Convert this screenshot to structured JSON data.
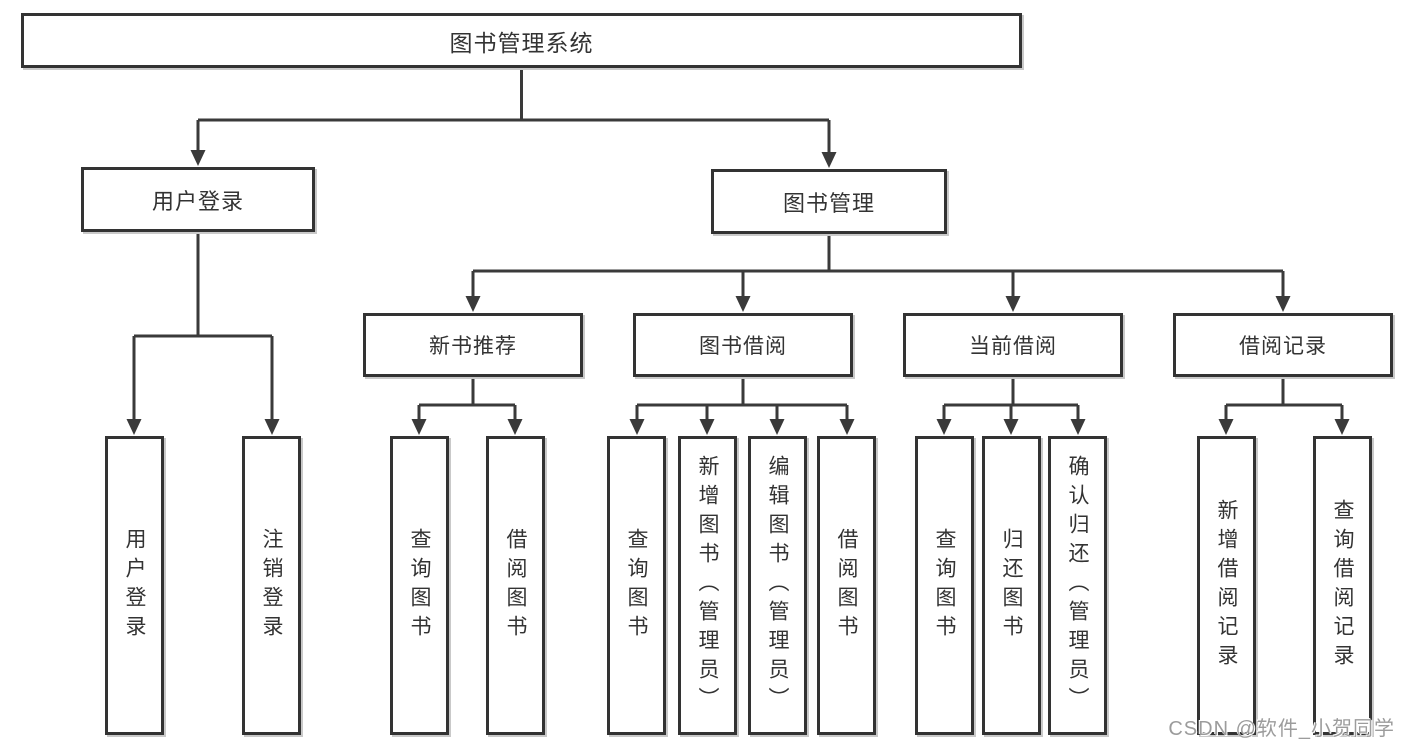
{
  "watermark": {
    "text": "CSDN @软件_小贺同学"
  },
  "colors": {
    "background": "#ffffff",
    "box_border": "#333333",
    "connector": "#3a3a3a",
    "text": "#333333",
    "watermark_text": "#9c9c9c"
  },
  "tree": {
    "label": "图书管理系统",
    "children": [
      {
        "label": "用户登录",
        "children": [
          {
            "label": "用户登录"
          },
          {
            "label": "注销登录"
          }
        ]
      },
      {
        "label": "图书管理",
        "children": [
          {
            "label": "新书推荐",
            "children": [
              {
                "label": "查询图书"
              },
              {
                "label": "借阅图书"
              }
            ]
          },
          {
            "label": "图书借阅",
            "children": [
              {
                "label": "查询图书"
              },
              {
                "label": "新增图书（管理员）"
              },
              {
                "label": "编辑图书（管理员）"
              },
              {
                "label": "借阅图书"
              }
            ]
          },
          {
            "label": "当前借阅",
            "children": [
              {
                "label": "查询图书"
              },
              {
                "label": "归还图书"
              },
              {
                "label": "确认归还（管理员）"
              }
            ]
          },
          {
            "label": "借阅记录",
            "children": [
              {
                "label": "新增借阅记录"
              },
              {
                "label": "查询借阅记录"
              }
            ]
          }
        ]
      }
    ]
  }
}
